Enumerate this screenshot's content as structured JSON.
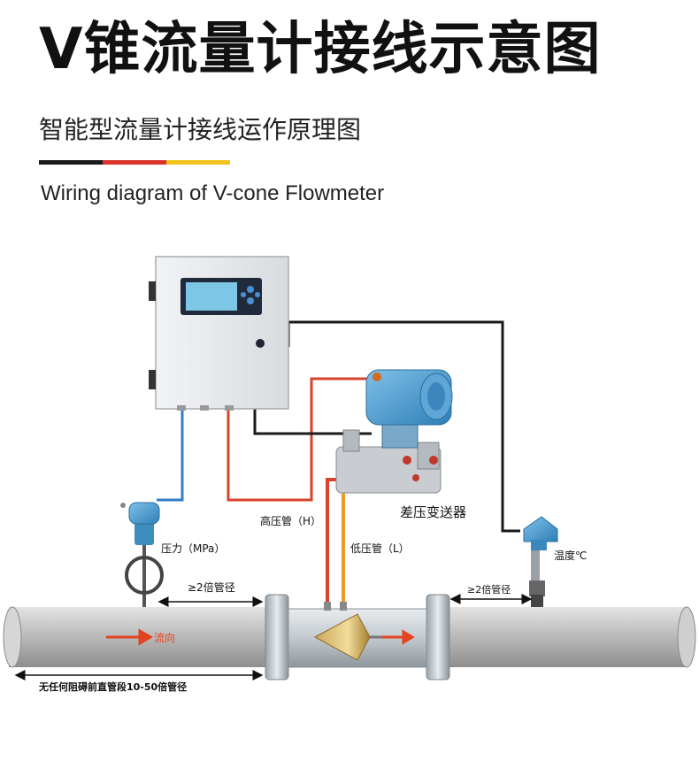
{
  "header": {
    "title": "V锥流量计接线示意图",
    "subtitle": "智能型流量计接线运作原理图",
    "english_title": "Wiring diagram of V-cone Flowmeter",
    "accent_colors": [
      "#1a1a1a",
      "#d9342b",
      "#f2c21b"
    ]
  },
  "diagram": {
    "label_high_pressure_pipe": "高压管（H）",
    "label_low_pressure_pipe": "低压管（L）",
    "label_dp_transmitter": "差压变送器",
    "label_pressure": "压力（MPa）",
    "label_temperature": "温度℃",
    "label_upstream_length": "≥2倍管径",
    "label_downstream_length": "≥2倍管径",
    "label_flow_direction": "流向",
    "label_straight_pipe": "无任何阻碍前直管段10-50倍管径",
    "colors": {
      "wire_blue": "#2f7fc8",
      "wire_red": "#d8432c",
      "wire_orange": "#f09a2e",
      "wire_black": "#1a1a1a"
    }
  }
}
